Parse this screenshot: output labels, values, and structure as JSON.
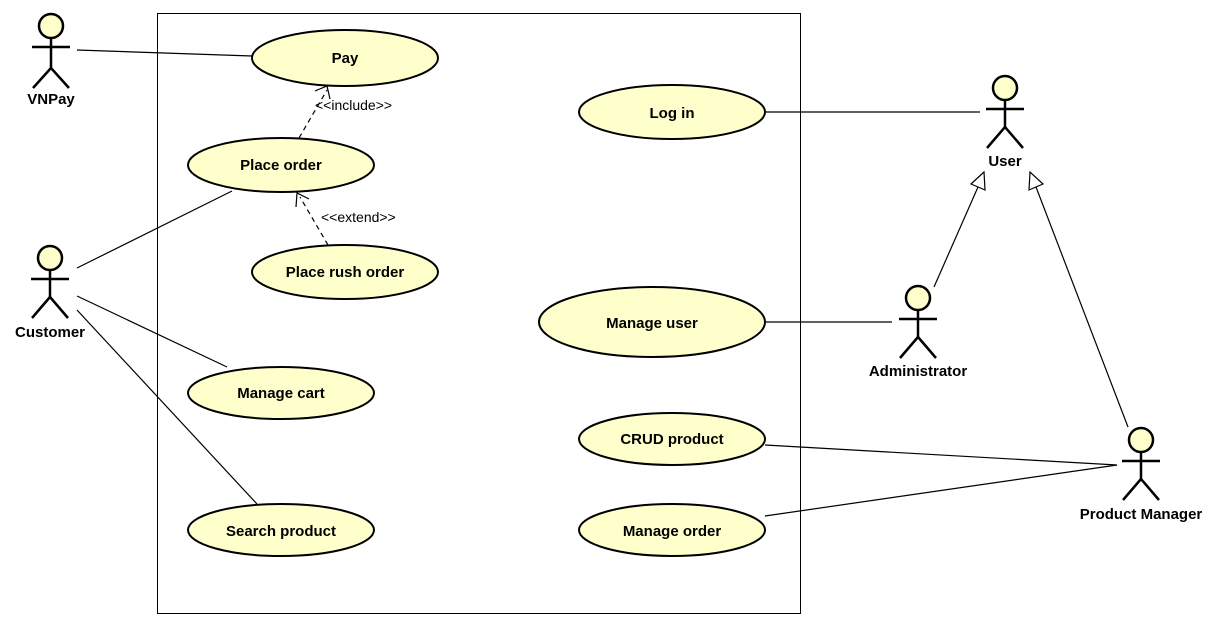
{
  "colors": {
    "fill": "#ffffcc",
    "stroke": "#000000",
    "background": "#ffffff"
  },
  "actors": {
    "vnpay": "VNPay",
    "customer": "Customer",
    "user": "User",
    "administrator": "Administrator",
    "product_manager": "Product Manager"
  },
  "use_cases": {
    "pay": "Pay",
    "place_order": "Place order",
    "place_rush_order": "Place rush order",
    "manage_cart": "Manage cart",
    "search_product": "Search product",
    "log_in": "Log in",
    "manage_user": "Manage user",
    "crud_product": "CRUD product",
    "manage_order": "Manage order"
  },
  "stereotypes": {
    "include": "<<include>>",
    "extend": "<<extend>>"
  }
}
